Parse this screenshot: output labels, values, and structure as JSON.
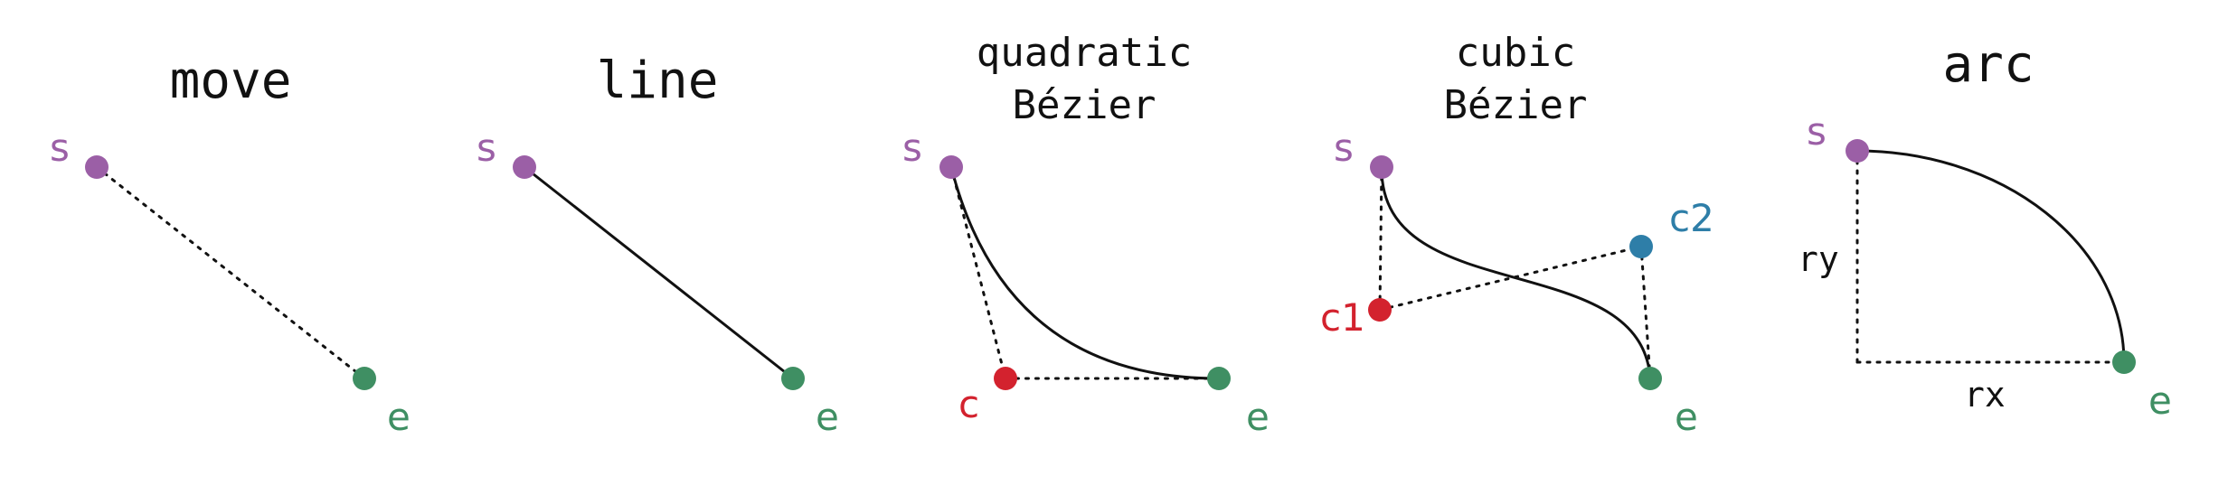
{
  "colors": {
    "start": "#9b5fa6",
    "end": "#3f8f63",
    "control1": "#d3222e",
    "control2": "#2e7ea8",
    "stroke": "#111111"
  },
  "panels": {
    "move": {
      "title": "move",
      "labels": {
        "s": "s",
        "e": "e"
      }
    },
    "line": {
      "title": "line",
      "labels": {
        "s": "s",
        "e": "e"
      }
    },
    "quadratic": {
      "title_line1": "quadratic",
      "title_line2": "Bézier",
      "labels": {
        "s": "s",
        "e": "e",
        "c": "c"
      }
    },
    "cubic": {
      "title_line1": "cubic",
      "title_line2": "Bézier",
      "labels": {
        "s": "s",
        "e": "e",
        "c1": "c1",
        "c2": "c2"
      }
    },
    "arc": {
      "title": "arc",
      "labels": {
        "s": "s",
        "e": "e",
        "rx": "rx",
        "ry": "ry"
      }
    }
  }
}
